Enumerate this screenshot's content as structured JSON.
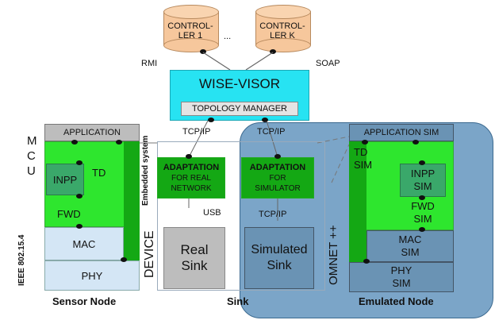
{
  "controllers": [
    {
      "label_l1": "CONTROL-",
      "label_l2": "LER 1"
    },
    {
      "label_l1": "CONTROL-",
      "label_l2": "LER K"
    }
  ],
  "ellipsis": "...",
  "rmi_label": "RMI",
  "soap_label": "SOAP",
  "wisevisor": {
    "title": "WISE-VISOR",
    "topology": "TOPOLOGY MANAGER"
  },
  "sensor_node": {
    "application": "APPLICATION",
    "mcu_letters": [
      "M",
      "C",
      "U"
    ],
    "inpp": "INPP",
    "td": "TD",
    "fwd": "FWD",
    "mac": "MAC",
    "phy": "PHY",
    "ieee": "IEEE 802.15.4",
    "label": "Sensor Node"
  },
  "embedded_system": "Embedded system",
  "tcpip_left": "TCP/IP",
  "tcpip_right": "TCP/IP",
  "tcpip_sink": "TCP/IP",
  "usb": "USB",
  "adaptation_real": {
    "title": "ADAPTATION",
    "sub1": "FOR REAL",
    "sub2": "NETWORK"
  },
  "adaptation_sim": {
    "title": "ADAPTATION",
    "sub1": "FOR",
    "sub2": "SIMULATOR"
  },
  "device": "DEVICE",
  "real_sink": {
    "l1": "Real",
    "l2": "Sink"
  },
  "simulated_sink": {
    "l1": "Simulated",
    "l2": "Sink"
  },
  "sink_label": "Sink",
  "omnet": "OMNET ++",
  "emulated_node": {
    "application_sim": "APPLICATION SIM",
    "td_sim_l1": "TD",
    "td_sim_l2": "SIM",
    "inpp_sim_l1": "INPP",
    "inpp_sim_l2": "SIM",
    "fwd_sim_l1": "FWD",
    "fwd_sim_l2": "SIM",
    "mac_sim_l1": "MAC",
    "mac_sim_l2": "SIM",
    "phy_sim_l1": "PHY",
    "phy_sim_l2": "SIM",
    "label": "Emulated Node"
  }
}
